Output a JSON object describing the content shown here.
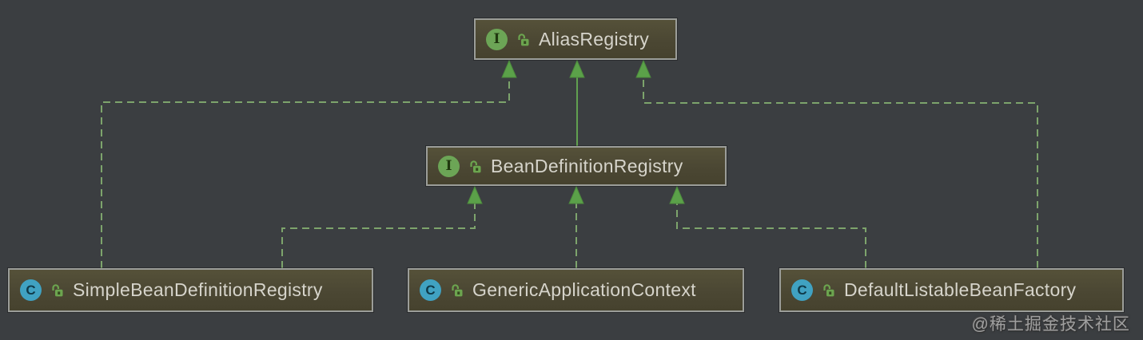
{
  "diagram": {
    "type": "uml-class-diagram",
    "subject": "Spring BeanDefinitionRegistry hierarchy",
    "icons": {
      "interface_letter": "I",
      "class_letter": "C"
    },
    "nodes": {
      "alias_registry": {
        "label": "AliasRegistry",
        "stereotype": "interface",
        "visibility": "public"
      },
      "bean_definition_registry": {
        "label": "BeanDefinitionRegistry",
        "stereotype": "interface",
        "visibility": "public"
      },
      "simple_bean_definition_registry": {
        "label": "SimpleBeanDefinitionRegistry",
        "stereotype": "class",
        "visibility": "public"
      },
      "generic_application_context": {
        "label": "GenericApplicationContext",
        "stereotype": "class",
        "visibility": "public"
      },
      "default_listable_bean_factory": {
        "label": "DefaultListableBeanFactory",
        "stereotype": "class",
        "visibility": "public"
      }
    },
    "edges": [
      {
        "from": "BeanDefinitionRegistry",
        "to": "AliasRegistry",
        "relation": "extends",
        "line": "solid"
      },
      {
        "from": "SimpleBeanDefinitionRegistry",
        "to": "AliasRegistry",
        "relation": "implements",
        "line": "dashed"
      },
      {
        "from": "DefaultListableBeanFactory",
        "to": "AliasRegistry",
        "relation": "implements",
        "line": "dashed"
      },
      {
        "from": "SimpleBeanDefinitionRegistry",
        "to": "BeanDefinitionRegistry",
        "relation": "implements",
        "line": "dashed"
      },
      {
        "from": "GenericApplicationContext",
        "to": "BeanDefinitionRegistry",
        "relation": "implements",
        "line": "dashed"
      },
      {
        "from": "DefaultListableBeanFactory",
        "to": "BeanDefinitionRegistry",
        "relation": "implements",
        "line": "dashed"
      }
    ]
  },
  "watermark": {
    "text": "@稀土掘金技术社区"
  },
  "colors": {
    "background": "#3b3e41",
    "node_fill": "#4b4733",
    "node_border": "#9b9d99",
    "node_text": "#d6d4cb",
    "solid_edge": "#61a050",
    "dashed_edge": "#7da46c",
    "arrow_fill": "#5ba149",
    "interface_icon": "#6ca556",
    "class_icon": "#40a2c2"
  }
}
